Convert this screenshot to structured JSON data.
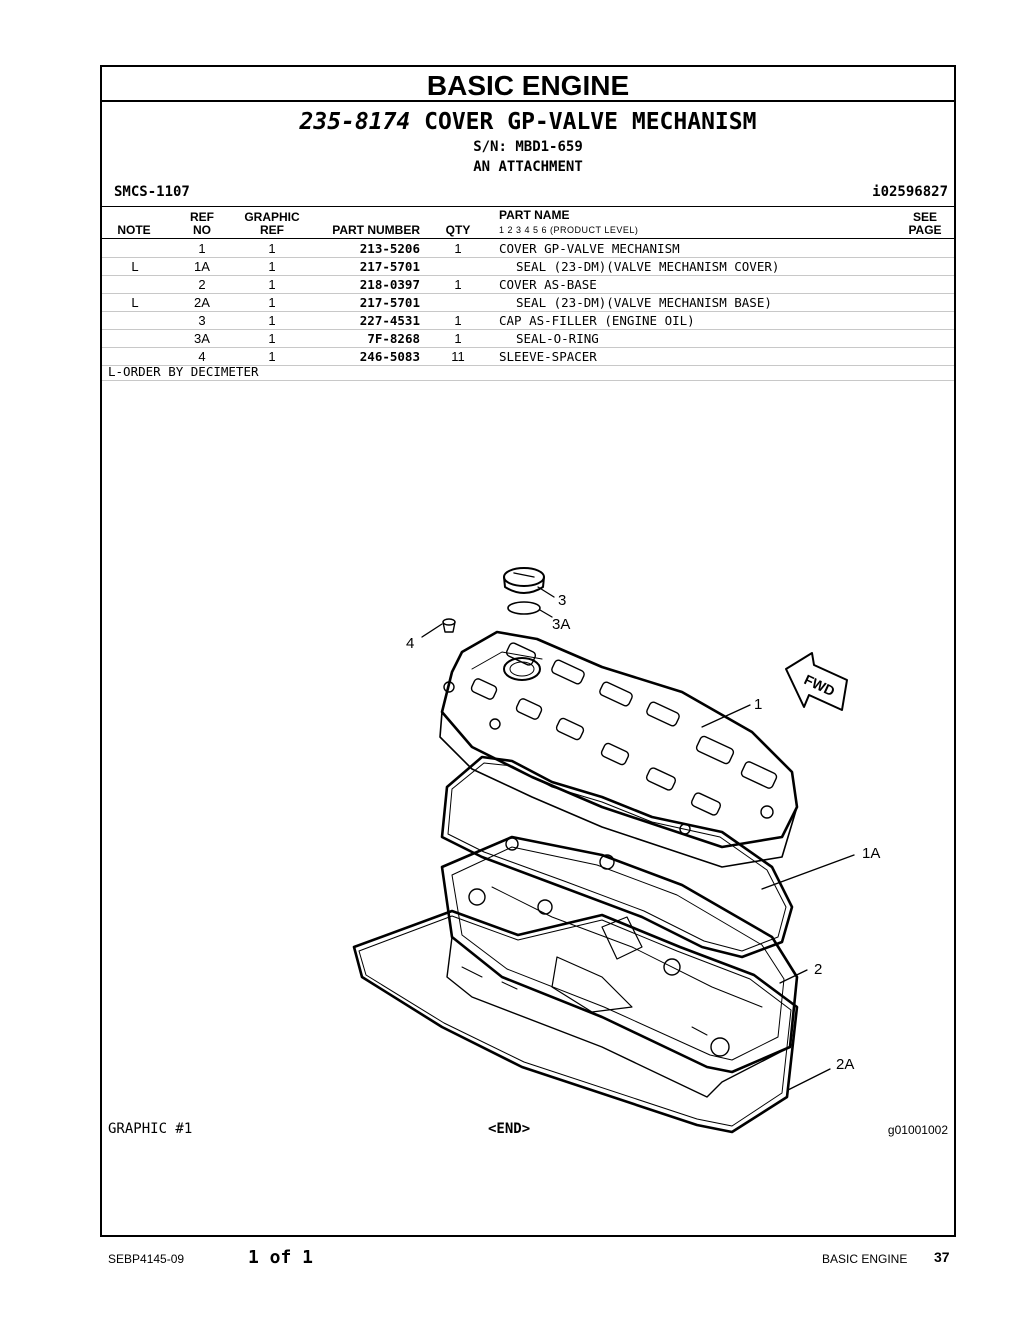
{
  "header": {
    "section_title": "BASIC ENGINE",
    "group_part_number": "235-8174",
    "group_name": "COVER GP-VALVE MECHANISM",
    "serial": "S/N: MBD1-659",
    "attachment": "AN ATTACHMENT",
    "smcs": "SMCS-1107",
    "illustration_id": "i02596827"
  },
  "columns": {
    "note": "NOTE",
    "ref_no_1": "REF",
    "ref_no_2": "NO",
    "graphic_ref_1": "GRAPHIC",
    "graphic_ref_2": "REF",
    "part_number": "PART NUMBER",
    "qty": "QTY",
    "part_name": "PART NAME",
    "product_levels": "1   2   3   4   5   6   (PRODUCT LEVEL)",
    "see_page_1": "SEE",
    "see_page_2": "PAGE"
  },
  "parts": [
    {
      "note": "",
      "ref": "1",
      "gref": "1",
      "pn": "213-5206",
      "qty": "1",
      "name": "COVER GP-VALVE MECHANISM",
      "indent": false
    },
    {
      "note": "L",
      "ref": "1A",
      "gref": "1",
      "pn": "217-5701",
      "qty": "",
      "name": "SEAL (23-DM)(VALVE MECHANISM COVER)",
      "indent": true
    },
    {
      "note": "",
      "ref": "2",
      "gref": "1",
      "pn": "218-0397",
      "qty": "1",
      "name": "COVER AS-BASE",
      "indent": false
    },
    {
      "note": "L",
      "ref": "2A",
      "gref": "1",
      "pn": "217-5701",
      "qty": "",
      "name": "SEAL (23-DM)(VALVE MECHANISM BASE)",
      "indent": true
    },
    {
      "note": "",
      "ref": "3",
      "gref": "1",
      "pn": "227-4531",
      "qty": "1",
      "name": "CAP AS-FILLER (ENGINE OIL)",
      "indent": false
    },
    {
      "note": "",
      "ref": "3A",
      "gref": "1",
      "pn": "7F-8268",
      "qty": "1",
      "name": "SEAL-O-RING",
      "indent": true
    },
    {
      "note": "",
      "ref": "4",
      "gref": "1",
      "pn": "246-5083",
      "qty": "11",
      "name": "SLEEVE-SPACER",
      "indent": false
    }
  ],
  "footnote": "L-ORDER BY DECIMETER",
  "drawing": {
    "callouts": {
      "c1": "1",
      "c1a": "1A",
      "c2": "2",
      "c2a": "2A",
      "c3": "3",
      "c3a": "3A",
      "c4": "4"
    },
    "fwd_label": "FWD"
  },
  "graphic_label": "GRAPHIC #1",
  "end_label": "<END>",
  "graphic_id": "g01001002",
  "footer": {
    "doc_number": "SEBP4145-09",
    "page_of": "1 of 1",
    "section": "BASIC ENGINE",
    "page_number": "37"
  }
}
